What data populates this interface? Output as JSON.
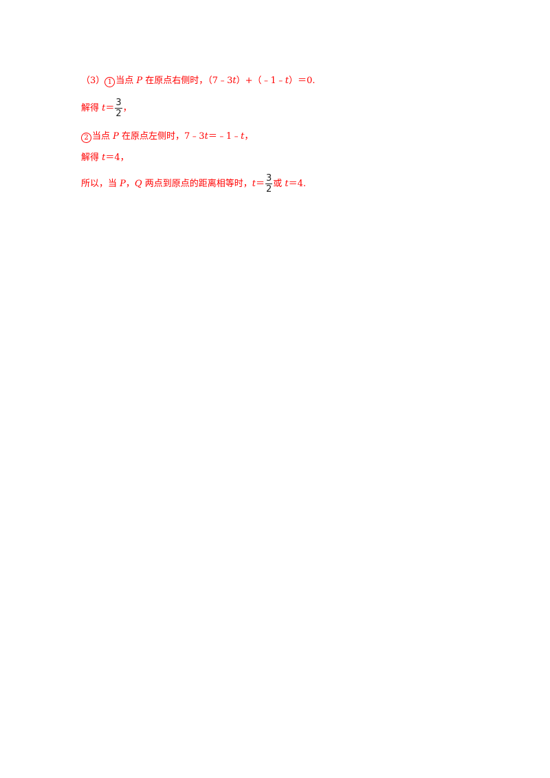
{
  "lines": {
    "l1": {
      "part_a": "（3）",
      "circle": "1",
      "part_b": "当点 ",
      "var_p": "P",
      "part_c": " 在原点右侧时，（7﹣3",
      "var_t1": "t",
      "part_d": "）+（﹣1﹣",
      "var_t2": "t",
      "part_e": "）＝0."
    },
    "l2": {
      "prefix": "解得 ",
      "var_t": "t",
      "eq": "＝",
      "frac_num": "3",
      "frac_den": "2",
      "suffix": "，"
    },
    "l3": {
      "circle": "2",
      "part_a": "当点 ",
      "var_p": "P",
      "part_b": " 在原点左侧时，7﹣3",
      "var_t1": "t",
      "part_c": "＝﹣1﹣",
      "var_t2": "t",
      "part_d": "，"
    },
    "l4": {
      "prefix": "解得 ",
      "var_t": "t",
      "suffix": "＝4，"
    },
    "l5": {
      "part_a": "所以，当 ",
      "var_p": "P",
      "sep": "，",
      "var_q": "Q",
      "part_b": " 两点到原点的距离相等时，",
      "var_t1": "t",
      "eq": "＝",
      "frac_num": "3",
      "frac_den": "2",
      "part_c": "或 ",
      "var_t2": "t",
      "part_d": "＝4."
    }
  }
}
